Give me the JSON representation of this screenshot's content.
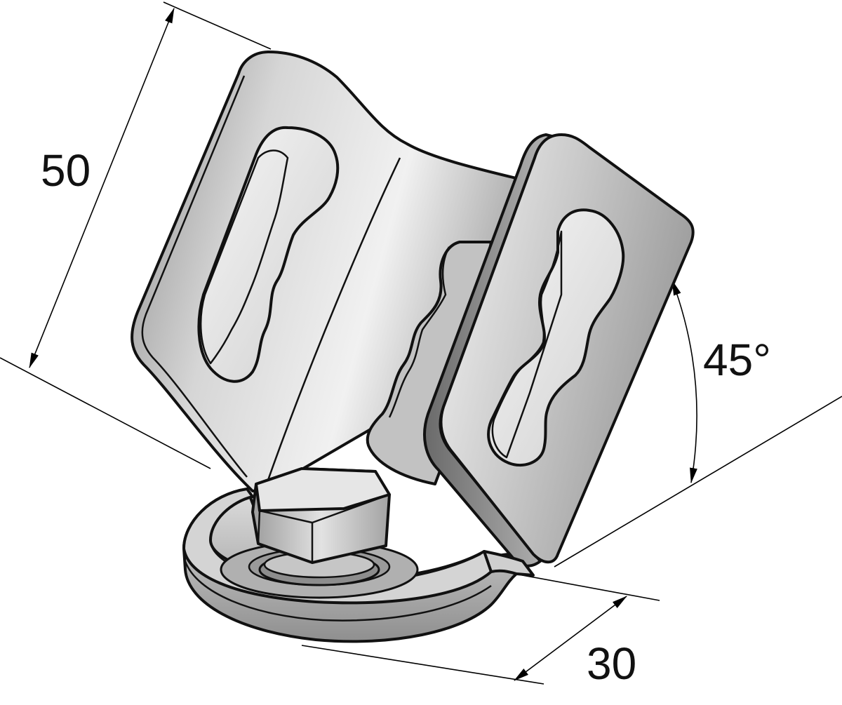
{
  "dimensions": {
    "height_label": "50",
    "angle_label": "45°",
    "width_label": "30"
  },
  "colors": {
    "metal_light": "#e8e8e8",
    "metal_mid": "#bdbdbd",
    "metal_dark": "#7a7a7a",
    "outline": "#111111"
  }
}
